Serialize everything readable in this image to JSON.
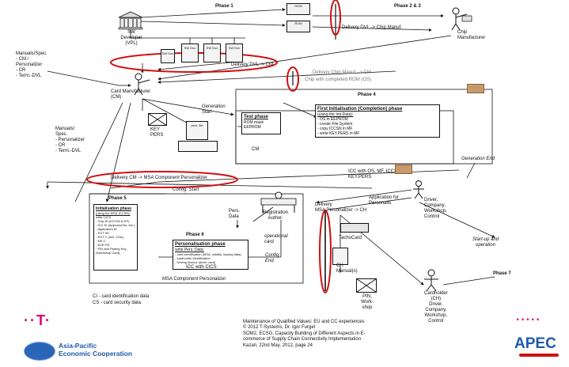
{
  "diagram": {
    "phases": {
      "p1": "Phase 1",
      "p23": "Phase 2 & 3",
      "p4": "Phase 4",
      "p5": "Phase 5",
      "p6": "Phase 6",
      "p7": "Phase 7"
    },
    "actors": {
      "sw_developer": "SW\nDeveloper\n(VPL)",
      "chip_manufacturer": "Chip\nManufacturer",
      "card_manufacturer": "Card Manufacturer\n(CM)",
      "driver": "Driver,\nCompany,\nWorkshop,\nControl",
      "cardholder": "Cardholder\n(CH)\nDriver,\nCompany,\nWorkshop,\nControl",
      "registration": "Registration\nAuthor."
    },
    "labels": {
      "manuals_spec": "Manuals/Spec.\n- CM /\nPersonalizer\n- CR\n- Term.-DVL",
      "delivery_dvl_chip": "Delivery DVL -> Chip Manuf.",
      "delivery_dvl_cm": "Delivery DVL -> CM",
      "delivery_chip_cm": "Delivery Chip Manuf. -> CM",
      "chip_with_os": "Chip with completed ROM (OS)",
      "generation_start": "Generation\nStart",
      "manuals_spec2": "Manuals/\nSpec.\n- Personalizer\n- CR\n- Term.-DVL",
      "key_pers": "KEY\nPERS",
      "pers_file": "pers.\nfile",
      "cm_label": "CM",
      "generation_end": "Generation End",
      "icc_with": "ICC with OS, MF, ICCSN,\nKEY.PERS",
      "delivery_cm_msa": "Delivery CM -> MSA Component Personalizer",
      "config_start": "Config. Start",
      "application_for": "Application for\nPersonalis.",
      "delivery_msa_ch": "Delivery\nMSA Personalizer -> CH",
      "pers_data": "Pers.\nData",
      "operational_card": "operational\ncard",
      "config_end": "Config.\nEnd",
      "icc_with_cics": "ICC with CICS",
      "msa_component": "MSA Component Personalizer",
      "tachocard": "TachoCard",
      "ch_manuals": "CH\nManual(s)",
      "pin_workshop": "PIN,\nWork-\nshop",
      "start_up": "Start-up and\noperation",
      "rom_mask": "ROM\nmask",
      "eeprom": "EEPROM"
    },
    "test_phase": {
      "title": "Test phase",
      "items": [
        "ROM mask",
        "EEPROM"
      ]
    },
    "first_init": {
      "title": "First Initialisation (Completion) phase",
      "sub": "(using the Init-Data):",
      "items": [
        "- OS in EEPROM",
        "- create File System",
        "- copy ICCSN in MF",
        "- write KEY.PERS in MF"
      ]
    },
    "init_phase": {
      "title": "Initialisation phase",
      "sub": "(using the MSA-ICCSN):",
      "items": [
        "write CICS",
        "- Chip ID (ICCSN in EF)",
        "- ICC ID (Approval-No, etc.)",
        "- Application ID",
        "- EGT SK",
        "- EGT C (incl. CHA)",
        "- MS C",
        "- EUR PK",
        "- PIN and Pairing Key (Workshop Card)"
      ]
    },
    "pers_phase": {
      "title": "Personalisation phase",
      "sub": "write Pers. Data:",
      "items": [
        "- card identification (MSA, validity, issuing data)",
        "- cardholder identification",
        "- Driving licence (driver card)"
      ]
    },
    "legend": {
      "ci": "CI - card identification data",
      "cs": "CS - card security data"
    },
    "chips": [
      "Chip\nROM",
      "Chip\nROM",
      "ROM\nchip"
    ],
    "files": [
      "SW\nDoc",
      "SW\nDoc",
      "SW\nDoc",
      "SW\nDoc"
    ],
    "card_small": "KEY\nPERS"
  },
  "footer": {
    "lines": [
      "Maintenance of Qualified Values: EU and CC experiences",
      "© 2012 T-Systems, Dr. Igor Furgel",
      "SOM2, ECSG, Capacity Building of Different Aspects in E-",
      "commerce of Supply Chain Connectivity Implementation",
      "Kazan, 22nd May, 2012, page 24"
    ],
    "apec_org": "Asia-Pacific\nEconomic Cooperation",
    "apec_logo_text": "APEC",
    "tsystems_logo": "T"
  },
  "colors": {
    "highlight": "#d01010",
    "telekom": "#e20074",
    "apec_blue": "#1e5aa8",
    "chip": "#c69a6d"
  }
}
